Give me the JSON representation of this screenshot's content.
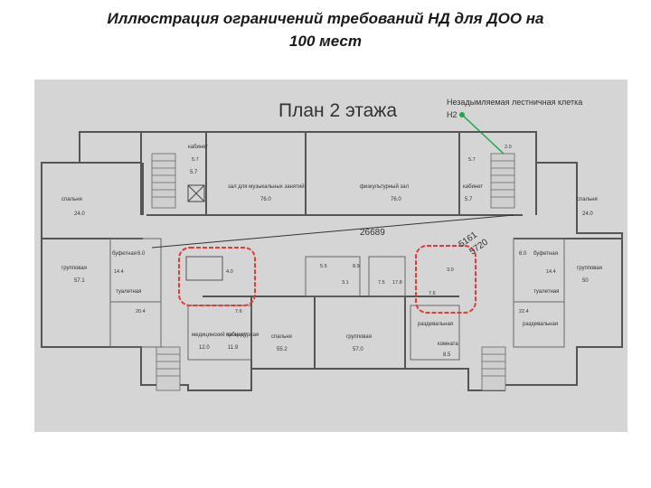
{
  "slide": {
    "title_line1": "Иллюстрация ограничений требований НД для ДОО на",
    "title_line2": "100 мест"
  },
  "plan": {
    "heading": "План 2 этажа",
    "annotation": {
      "line1": "Незадымляемая лестничная клетка",
      "line2": "Н2",
      "color": "#e23b3b",
      "marker_color": "#1fa84a"
    },
    "dimensions": {
      "main": "26689",
      "diag1": "5161",
      "diag2": "5720"
    },
    "rooms": [
      {
        "label": "спальня",
        "area": "24.0"
      },
      {
        "label": "зал для музыкальных занятий",
        "area": "76.0"
      },
      {
        "label": "физкультурный зал",
        "area": "76.0"
      },
      {
        "label": "спальня",
        "area": "24.0"
      },
      {
        "label": "групповая",
        "area": "57.1"
      },
      {
        "label": "групповая",
        "area": "50"
      },
      {
        "label": "спальня",
        "area": "55.2"
      },
      {
        "label": "групповая",
        "area": "57.0"
      },
      {
        "label": "раздевальная",
        "area": ""
      },
      {
        "label": "раздевальная",
        "area": ""
      },
      {
        "label": "медицинский кабинет",
        "area": "12.0"
      },
      {
        "label": "процедурная",
        "area": "11.9"
      },
      {
        "label": "буфетная",
        "area": "6.0"
      },
      {
        "label": "буфетная",
        "area": "6.0"
      },
      {
        "label": "туалетная",
        "area": ""
      },
      {
        "label": "туалетная",
        "area": ""
      },
      {
        "label": "кабинет",
        "area": "5.7"
      },
      {
        "label": "кабинет",
        "area": "5.7"
      },
      {
        "label": "комната",
        "area": "8.5"
      }
    ],
    "small_labels": {
      "cell_left_top": "5.7",
      "cell_center": "4.0",
      "cell_right": "5.7",
      "a1": "14.4",
      "a2": "20.4",
      "a3": "14.4",
      "a4": "22.4",
      "a5": "17.8",
      "a6": "3.1",
      "a7": "3.0",
      "a8": "7.6",
      "a9": "7.6",
      "a10": "5.5",
      "a11": "7.5",
      "a12": "8.9",
      "a13": "2.0"
    }
  }
}
